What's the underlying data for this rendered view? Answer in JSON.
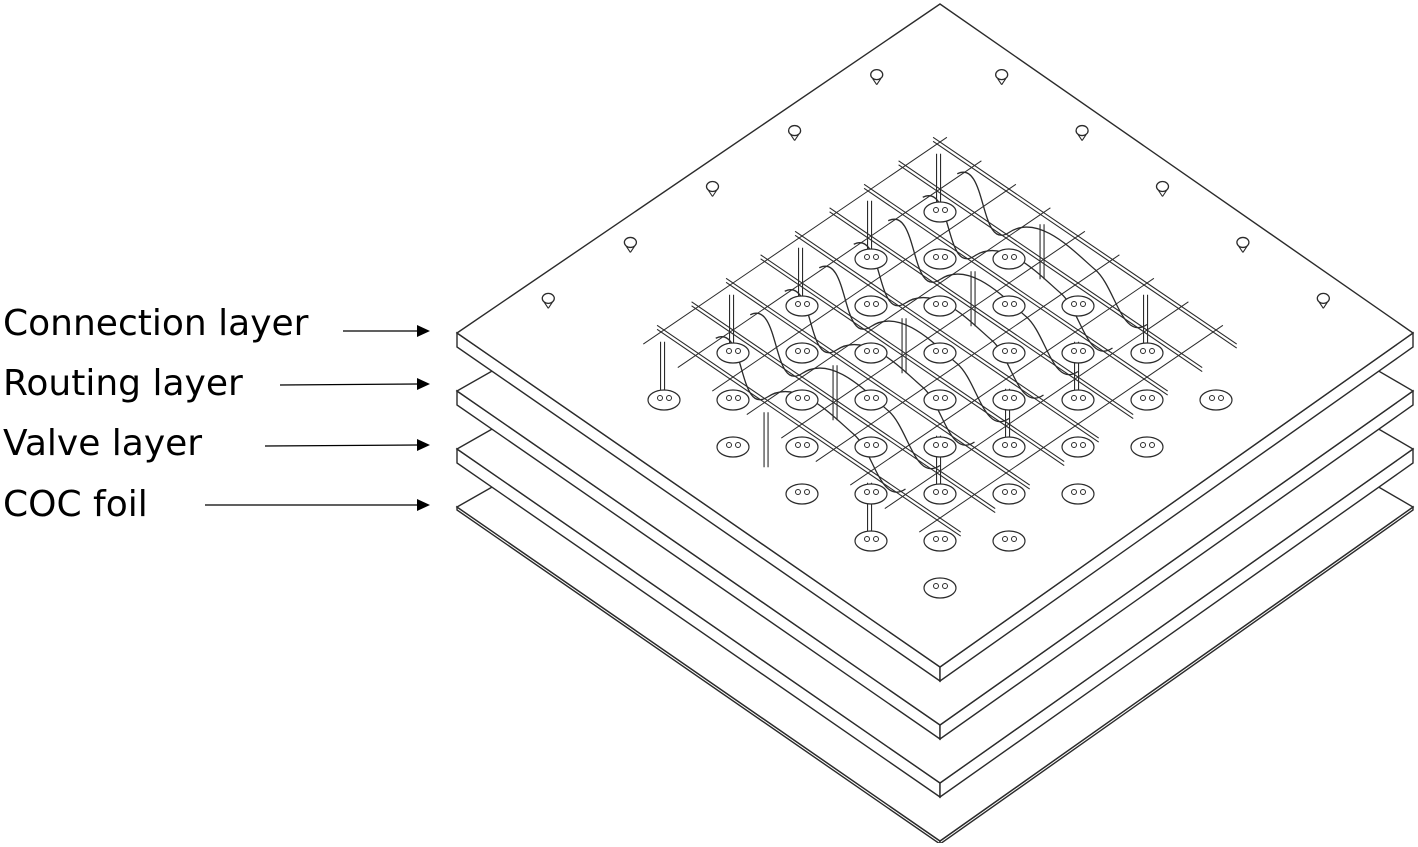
{
  "labels": {
    "connection": "Connection layer",
    "routing": "Routing layer",
    "valve": "Valve layer",
    "coc": "COC foil"
  },
  "colors": {
    "stroke": "#2b2b2b",
    "text": "#000000",
    "background": "#ffffff"
  }
}
